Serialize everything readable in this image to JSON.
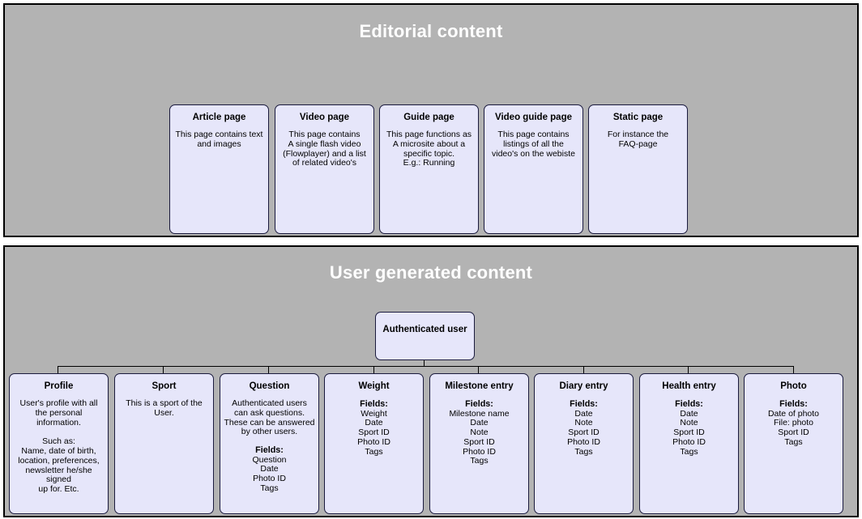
{
  "diagram": {
    "panels": [
      {
        "id": "editorial",
        "title": "Editorial content",
        "nodes": [
          {
            "id": "article",
            "title": "Article page",
            "body": "This page contains text\nand images"
          },
          {
            "id": "video",
            "title": "Video page",
            "body": "This page contains\nA single flash video\n(Flowplayer) and a list\nof related video's"
          },
          {
            "id": "guide",
            "title": "Guide page",
            "body": "This page functions as\nA microsite about a\nspecific topic.\nE.g.: Running"
          },
          {
            "id": "video-guide",
            "title": "Video guide page",
            "body": "This page contains\nlistings of all the\nvideo's on the webiste"
          },
          {
            "id": "static",
            "title": "Static page",
            "body": "For instance the\nFAQ-page"
          }
        ]
      },
      {
        "id": "ugc",
        "title": "User generated content",
        "root": {
          "id": "auth-user",
          "title": "Authenticated user"
        },
        "nodes": [
          {
            "id": "profile",
            "title": "Profile",
            "body": "User's profile with all\nthe personal information.\n\nSuch as:\nName, date of birth,\nlocation, preferences,\nnewsletter he/she signed\nup for. Etc.",
            "fields_label": "",
            "fields": ""
          },
          {
            "id": "sport",
            "title": "Sport",
            "body": "This is a sport of the\nUser.",
            "fields_label": "",
            "fields": ""
          },
          {
            "id": "question",
            "title": "Question",
            "body": "Authenticated users\ncan ask questions.\nThese can be answered\nby other users.",
            "fields_label": "Fields:",
            "fields": "Question\nDate\nPhoto ID\nTags"
          },
          {
            "id": "weight",
            "title": "Weight",
            "body": "",
            "fields_label": "Fields:",
            "fields": "Weight\nDate\nSport ID\nPhoto ID\nTags"
          },
          {
            "id": "milestone",
            "title": "Milestone entry",
            "body": "",
            "fields_label": "Fields:",
            "fields": "Milestone name\nDate\nNote\nSport ID\nPhoto ID\nTags"
          },
          {
            "id": "diary",
            "title": "Diary entry",
            "body": "",
            "fields_label": "Fields:",
            "fields": "Date\nNote\nSport ID\nPhoto ID\nTags"
          },
          {
            "id": "health",
            "title": "Health entry",
            "body": "",
            "fields_label": "Fields:",
            "fields": "Date\nNote\nSport ID\nPhoto ID\nTags"
          },
          {
            "id": "photo",
            "title": "Photo",
            "body": "",
            "fields_label": "Fields:",
            "fields": "Date of photo\nFile: photo\nSport ID\nTags"
          }
        ]
      }
    ],
    "colors": {
      "panel_background": "#b3b3b3",
      "panel_border": "#000000",
      "node_background": "#e6e6fa",
      "node_border": "#1a1a3d",
      "title_text": "#ffffff",
      "body_text": "#000000",
      "page_background": "#ffffff"
    }
  }
}
